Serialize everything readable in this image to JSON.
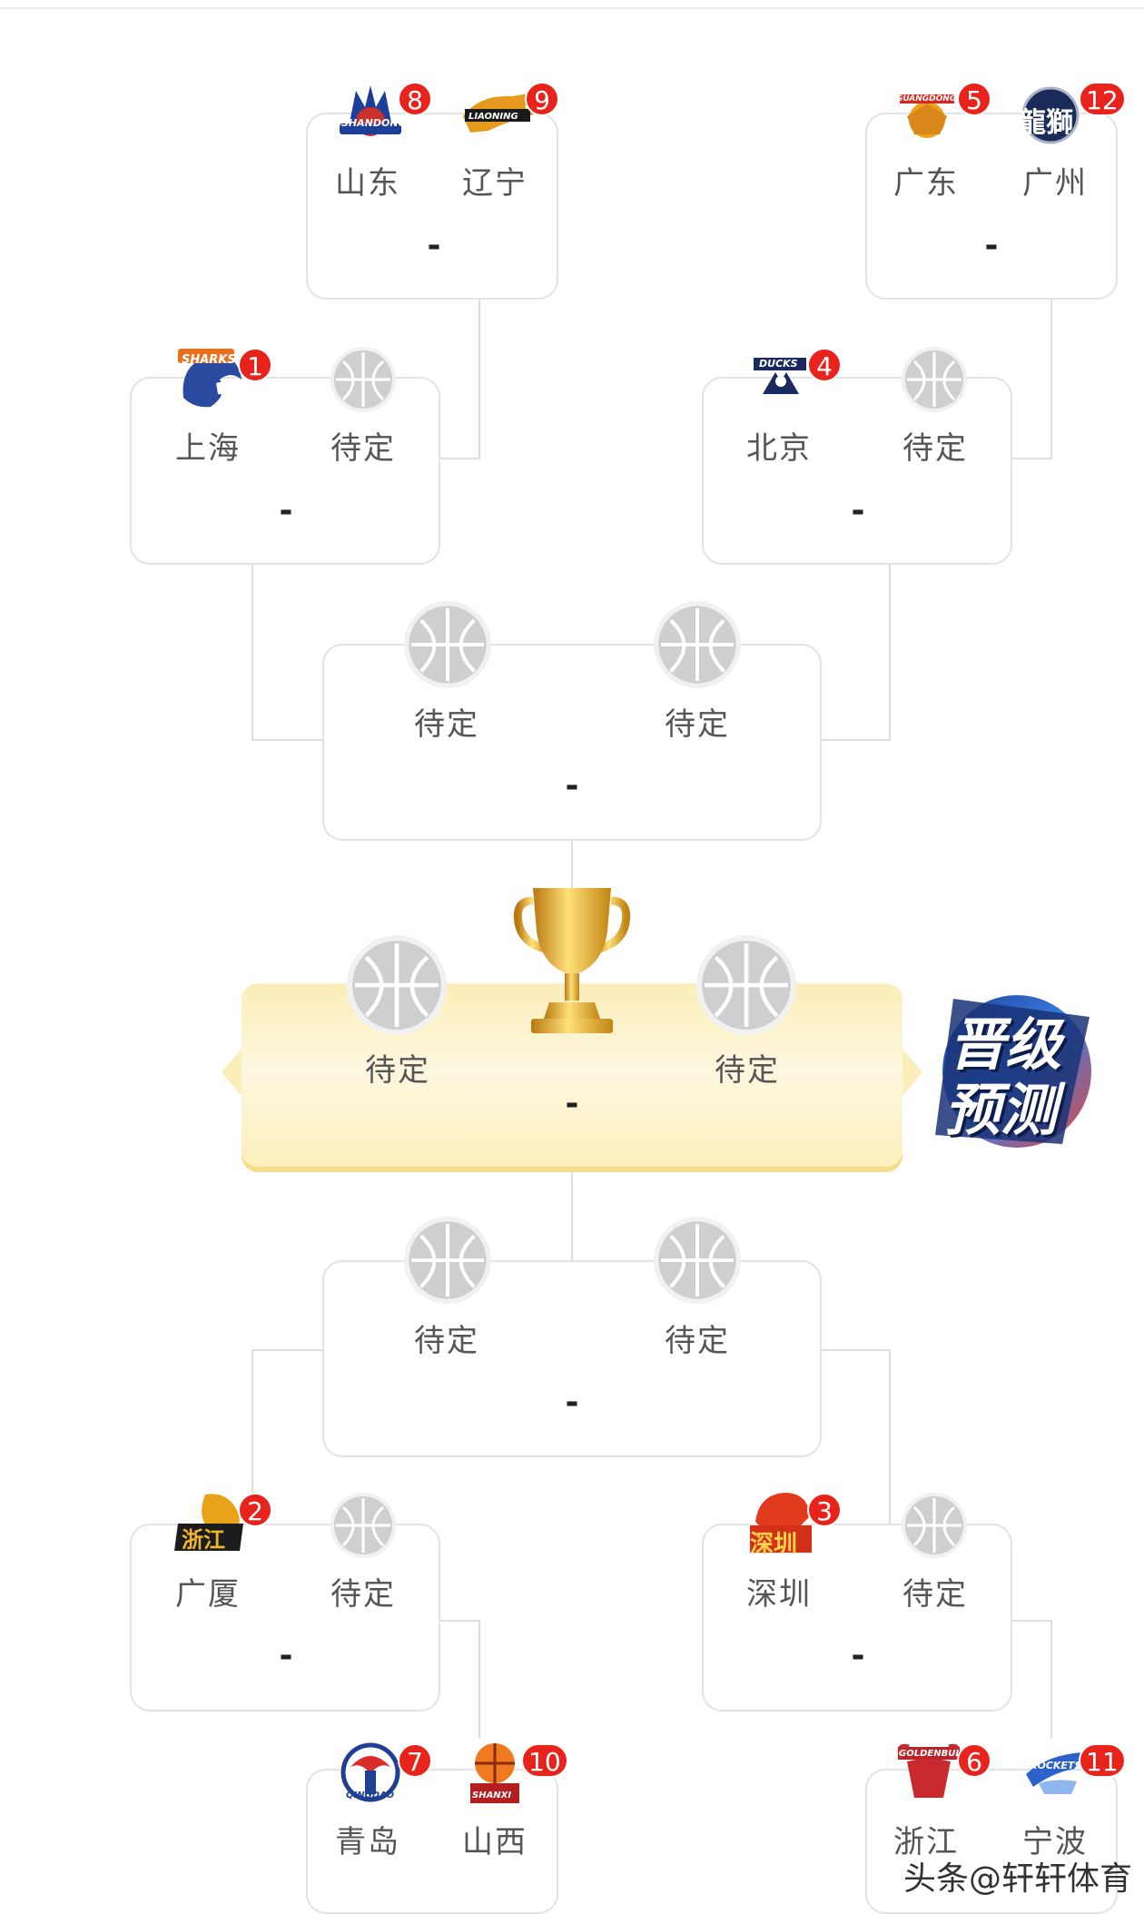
{
  "bracket": {
    "top": {
      "qual_left": {
        "team_a": {
          "name": "山东",
          "seed": "8",
          "logo": "shandong-logo",
          "logo_text": "SHANDONG"
        },
        "team_b": {
          "name": "辽宁",
          "seed": "9",
          "logo": "liaoning-logo",
          "logo_text": "LIAONING"
        },
        "score": "-"
      },
      "qual_right": {
        "team_a": {
          "name": "广东",
          "seed": "5",
          "logo": "guangdong-logo",
          "logo_text": "GUANGDONG"
        },
        "team_b": {
          "name": "广州",
          "seed": "12",
          "logo": "guangzhou-logo",
          "logo_text": "龍獅"
        },
        "score": "-"
      },
      "qf_left": {
        "team_a": {
          "name": "上海",
          "seed": "1",
          "logo": "shanghai-logo",
          "logo_text": "SHARKS"
        },
        "team_b": {
          "name": "待定",
          "logo": "basketball-icon"
        },
        "score": "-"
      },
      "qf_right": {
        "team_a": {
          "name": "北京",
          "seed": "4",
          "logo": "beijing-logo",
          "logo_text": "DUCKS"
        },
        "team_b": {
          "name": "待定",
          "logo": "basketball-icon"
        },
        "score": "-"
      },
      "sf": {
        "team_a": {
          "name": "待定",
          "logo": "basketball-icon"
        },
        "team_b": {
          "name": "待定",
          "logo": "basketball-icon"
        },
        "score": "-"
      }
    },
    "final": {
      "team_a": {
        "name": "待定",
        "logo": "basketball-icon"
      },
      "team_b": {
        "name": "待定",
        "logo": "basketball-icon"
      },
      "score": "-",
      "trophy": "trophy-icon"
    },
    "bottom": {
      "sf": {
        "team_a": {
          "name": "待定",
          "logo": "basketball-icon"
        },
        "team_b": {
          "name": "待定",
          "logo": "basketball-icon"
        },
        "score": "-"
      },
      "qf_left": {
        "team_a": {
          "name": "广厦",
          "seed": "2",
          "logo": "guangsha-logo",
          "logo_text": "浙江"
        },
        "team_b": {
          "name": "待定",
          "logo": "basketball-icon"
        },
        "score": "-"
      },
      "qf_right": {
        "team_a": {
          "name": "深圳",
          "seed": "3",
          "logo": "shenzhen-logo",
          "logo_text": "深圳"
        },
        "team_b": {
          "name": "待定",
          "logo": "basketball-icon"
        },
        "score": "-"
      },
      "qual_left": {
        "team_a": {
          "name": "青岛",
          "seed": "7",
          "logo": "qingdao-logo",
          "logo_text": "QINGDAO"
        },
        "team_b": {
          "name": "山西",
          "seed": "10",
          "logo": "shanxi-logo",
          "logo_text": "SHANXI"
        }
      },
      "qual_right": {
        "team_a": {
          "name": "浙江",
          "seed": "6",
          "logo": "zhejiang-logo",
          "logo_text": "GOLDENBULLS"
        },
        "team_b": {
          "name": "宁波",
          "seed": "11",
          "logo": "ningbo-logo",
          "logo_text": "ROCKETS"
        }
      }
    }
  },
  "badge": {
    "line1": "晋级",
    "line2": "预测"
  },
  "watermark": "头条@轩轩体育",
  "colors": {
    "seed_badge": "#e8231b",
    "card_border": "#e3e3e3",
    "final_card": "#fbeeb9",
    "trophy": "#e8b21e"
  }
}
